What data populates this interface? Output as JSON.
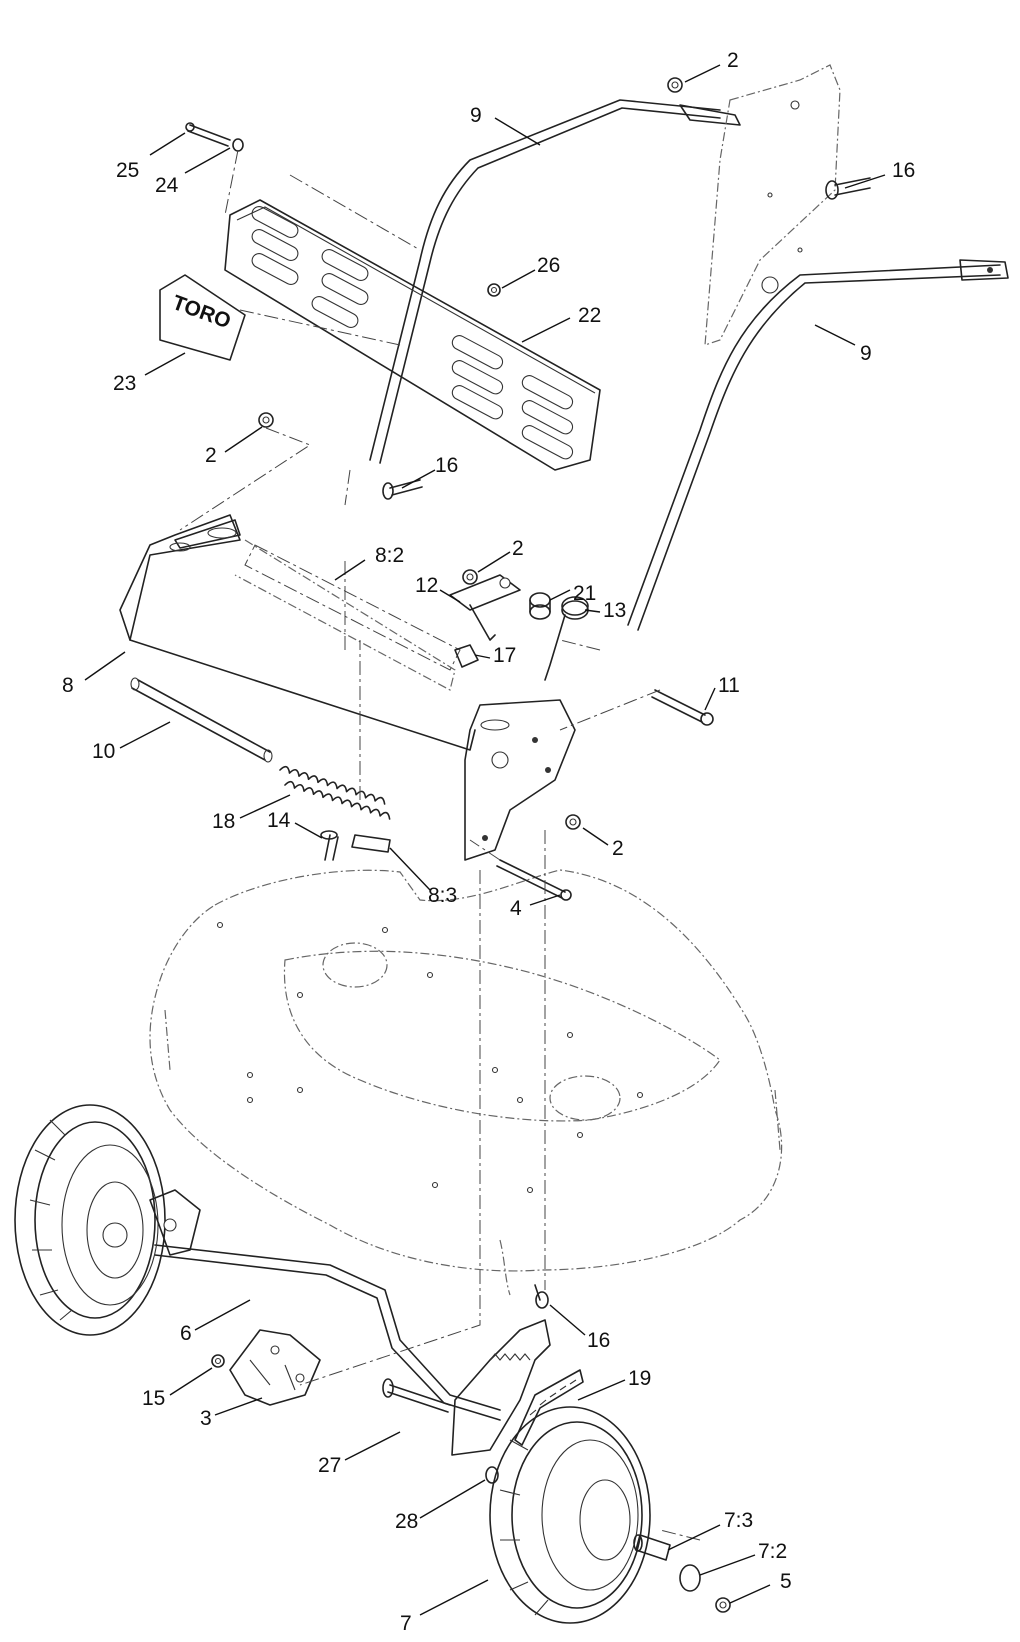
{
  "callouts": [
    {
      "text": "2"
    },
    {
      "text": "9"
    },
    {
      "text": "16"
    },
    {
      "text": "25"
    },
    {
      "text": "24"
    },
    {
      "text": "26"
    },
    {
      "text": "22"
    },
    {
      "text": "9"
    },
    {
      "text": "23"
    },
    {
      "text": "2"
    },
    {
      "text": "16"
    },
    {
      "text": "8:2"
    },
    {
      "text": "2"
    },
    {
      "text": "12"
    },
    {
      "text": "21"
    },
    {
      "text": "13"
    },
    {
      "text": "17"
    },
    {
      "text": "8"
    },
    {
      "text": "11"
    },
    {
      "text": "10"
    },
    {
      "text": "18"
    },
    {
      "text": "14"
    },
    {
      "text": "2"
    },
    {
      "text": "8:3"
    },
    {
      "text": "4"
    },
    {
      "text": "6"
    },
    {
      "text": "16"
    },
    {
      "text": "19"
    },
    {
      "text": "15"
    },
    {
      "text": "3"
    },
    {
      "text": "27"
    },
    {
      "text": "28"
    },
    {
      "text": "7:3"
    },
    {
      "text": "7:2"
    },
    {
      "text": "5"
    },
    {
      "text": "7"
    }
  ],
  "logo": {
    "text": "TORO"
  }
}
